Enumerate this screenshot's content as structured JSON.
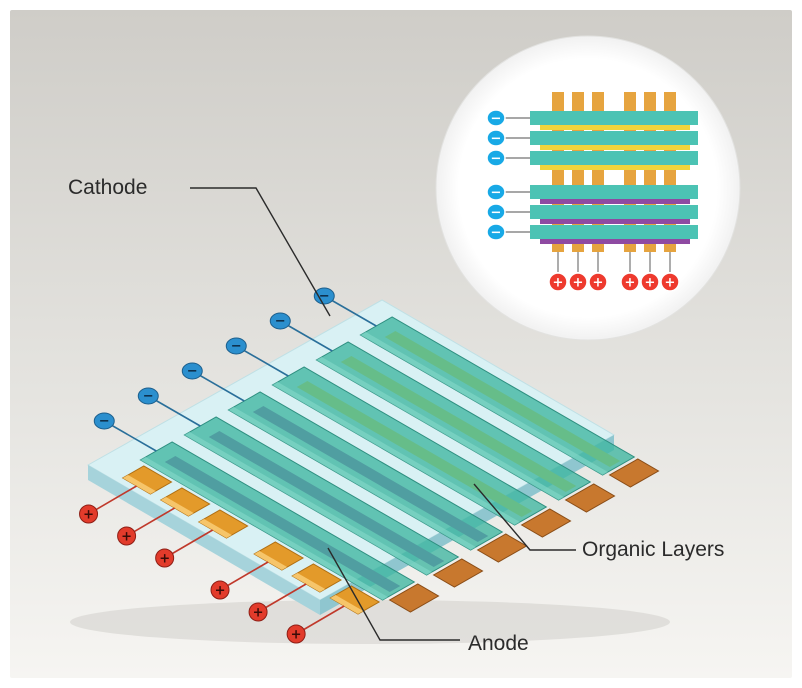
{
  "labels": {
    "cathode": "Cathode",
    "organic_layers": "Organic Layers",
    "anode": "Anode"
  },
  "colors": {
    "background_top": "#cfcdc8",
    "background_bottom": "#f6f5f2",
    "substrate": "#d9f1f4",
    "cathode_strip": "#3fb6a0",
    "organic_layer_yellow": "#f0d43a",
    "organic_layer_purple": "#8e4aa2",
    "anode_pad": "#e39a2a",
    "cathode_terminal": "#2b8fce",
    "anode_terminal": "#e23b2b",
    "inset_terminal_negative": "#18a9e6",
    "inset_terminal_positive": "#ee3a2e"
  },
  "terminals": {
    "negative_symbol": "−",
    "positive_symbol": "+"
  },
  "structure": {
    "cathode_count": 6,
    "anode_count": 6
  }
}
